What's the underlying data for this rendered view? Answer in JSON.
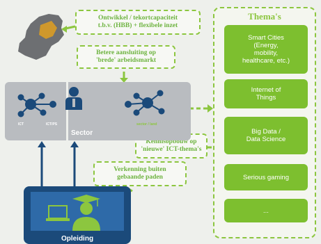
{
  "callouts": {
    "top_line1": "Ontwikkel / tekortcapaciteit",
    "top_line2": "t.b.v. (HBB) + flexibele inzet",
    "mid_line1": "Betere aansluiting op",
    "mid_line2": "'brede' arbeidsmarkt",
    "knowledge_line1": "Kennisopbouw op",
    "knowledge_line2": "'nieuwe' ICT-thema's",
    "paths_line1": "Verkenning buiten",
    "paths_line2": "gebaande paden"
  },
  "themes": {
    "title": "Thema's",
    "items": [
      {
        "lines": [
          "Smart Cities",
          "(Energy,",
          "mobility,",
          "healthcare, etc.)"
        ]
      },
      {
        "lines": [
          "Internet of",
          "Things"
        ]
      },
      {
        "lines": [
          "Big Data /",
          "Data Science"
        ]
      },
      {
        "lines": [
          "Serious gaming"
        ]
      },
      {
        "lines": [
          "..."
        ]
      }
    ]
  },
  "sector": {
    "label": "Sector",
    "ict_label": "ICT",
    "left_right_label": "ICT/PS",
    "right_label": "sector / land"
  },
  "opleiding": {
    "label": "Opleiding"
  },
  "colors": {
    "green": "#7dbf2f",
    "navy": "#1b4a7a",
    "gray": "#b9bcc0"
  }
}
